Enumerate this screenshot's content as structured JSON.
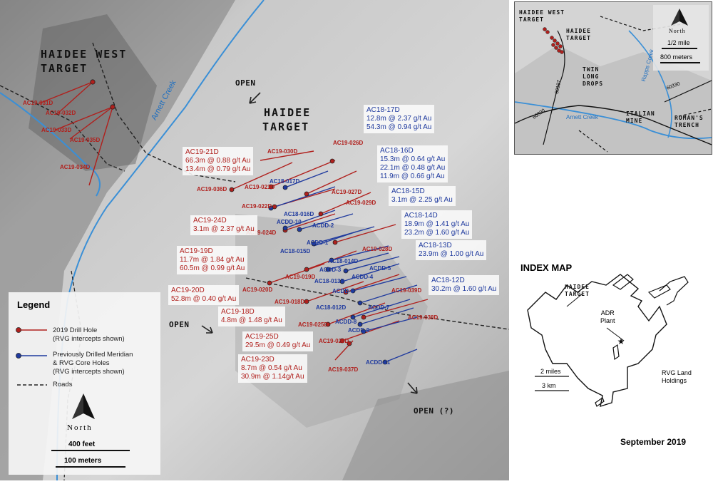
{
  "main_map": {
    "targets": {
      "haidee_west": [
        "HAIDEE WEST",
        "TARGET"
      ],
      "haidee": [
        "HAIDEE",
        "TARGET"
      ]
    },
    "creek": "Arnett Creek",
    "open_labels": [
      "OPEN",
      "OPEN",
      "OPEN (?)"
    ],
    "drill_2019": [
      "AC19-031D",
      "AC19-032D",
      "AC19-033D",
      "AC19-035D",
      "AC19-034D",
      "AC19-030D",
      "AC19-026D",
      "AC19-036D",
      "AC19-021D",
      "AC19-027D",
      "AC19-022D",
      "AC19-029D",
      "AC19-024D",
      "AC19-028D",
      "AC19-019D",
      "AC19-020D",
      "AC19-039D",
      "AC19-018D",
      "AC19-038D",
      "AC19-025D",
      "AC19-023D",
      "AC19-037D"
    ],
    "drill_prev": [
      "AC18-017D",
      "AC18-016D",
      "ACDD-10",
      "ACDD-2",
      "ACDD-1",
      "AC18-015D",
      "AC18-014D",
      "ACDD-3",
      "ACDD-5",
      "ACDD-4",
      "AC18-013D",
      "ACDD-6",
      "ACDD-7",
      "AC18-012D",
      "ACDD-8",
      "ACDD-9",
      "ACDD-11"
    ],
    "intercepts_blue": [
      [
        "AC18-17D",
        "12.8m @ 2.37 g/t Au",
        "54.3m @ 0.94 g/t Au"
      ],
      [
        "AC18-16D",
        "15.3m @ 0.64 g/t Au",
        "22.1m @ 0.48 g/t Au",
        "11.9m @ 0.66 g/t Au"
      ],
      [
        "AC18-15D",
        "3.1m @ 2.25 g/t Au"
      ],
      [
        "AC18-14D",
        "18.9m @ 1.41 g/t Au",
        "23.2m @ 1.60 g/t Au"
      ],
      [
        "AC18-13D",
        "23.9m @ 1.00 g/t Au"
      ],
      [
        "AC18-12D",
        "30.2m @ 1.60 g/t Au"
      ]
    ],
    "intercepts_red": [
      [
        "AC19-21D",
        "66.3m @ 0.88 g/t Au",
        "13.4m @ 0.79 g/t Au"
      ],
      [
        "AC19-24D",
        "3.1m @ 2.37 g/t Au"
      ],
      [
        "AC19-19D",
        "11.7m @ 1.84 g/t Au",
        "60.5m @ 0.99 g/t Au"
      ],
      [
        "AC19-20D",
        "52.8m @ 0.40 g/t Au"
      ],
      [
        "AC19-18D",
        "4.8m @ 1.48 g/t Au"
      ],
      [
        "AC19-25D",
        "29.5m @ 0.49 g/t Au"
      ],
      [
        "AC19-23D",
        "8.7m @ 0.54 g/t Au",
        "30.9m @ 1.14g/t Au"
      ]
    ]
  },
  "legend": {
    "title": "Legend",
    "hole_2019": [
      "2019 Drill Hole",
      "(RVG intercepts shown)"
    ],
    "hole_prev": [
      "Previously Drilled Meridian",
      "& RVG Core Holes",
      "(RVG intercepts shown)"
    ],
    "roads": "Roads",
    "north": "North",
    "scale_ft": "400 feet",
    "scale_m": "100 meters"
  },
  "inset": {
    "targets": [
      "HAIDEE WEST",
      "TARGET",
      "HAIDEE",
      "TARGET"
    ],
    "twin_long_drops": [
      "TWIN",
      "LONG",
      "DROPS"
    ],
    "italian_mine": [
      "ITALIAN",
      "MINE"
    ],
    "romans_trench": [
      "ROMAN'S",
      "TRENCH"
    ],
    "arnett_creek": "Arnett Creek",
    "rapps_creek": "Rapps Creek",
    "roads": [
      "60197",
      "60300",
      "60330"
    ],
    "north": "North",
    "scale_half_mile": "1/2 mile",
    "scale_800m": "800 meters"
  },
  "index_map": {
    "title": "INDEX MAP",
    "target": [
      "HAIDEE",
      "TARGET"
    ],
    "adr_plant": [
      "ADR",
      "Plant"
    ],
    "rvg_land": [
      "RVG Land",
      "Holdings"
    ],
    "scale_miles": "2 miles",
    "scale_km": "3 km"
  },
  "date": "September 2019",
  "colors": {
    "red": "#b0201d",
    "blue": "#1f3a9e",
    "creek": "#3a8fd6"
  }
}
